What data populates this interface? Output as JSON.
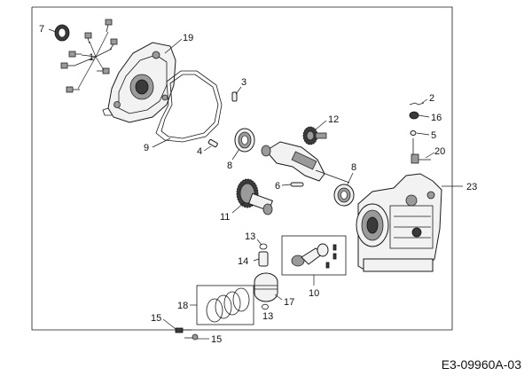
{
  "diagram": {
    "reference_code": "E3-09960A-03",
    "callouts": {
      "c1": "1",
      "c2": "2",
      "c3": "3",
      "c4": "4",
      "c5": "5",
      "c6": "6",
      "c7": "7",
      "c8a": "8",
      "c8b": "8",
      "c9": "9",
      "c10": "10",
      "c11": "11",
      "c12": "12",
      "c13a": "13",
      "c13b": "13",
      "c14": "14",
      "c15a": "15",
      "c15b": "15",
      "c16": "16",
      "c17": "17",
      "c18": "18",
      "c19": "19",
      "c20": "20",
      "c23": "23"
    }
  }
}
